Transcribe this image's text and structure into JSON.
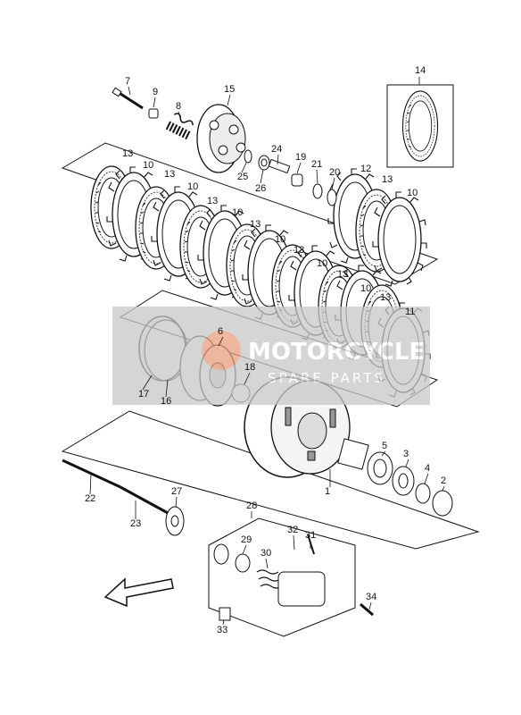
{
  "watermark": {
    "brand": "MOTORCYCLE",
    "sub": "SPARE PARTS",
    "color": "#c8c8c8",
    "accent": "#e8a080"
  },
  "callouts": {
    "p1": "1",
    "p2": "2",
    "p3": "3",
    "p4": "4",
    "p5": "5",
    "p6": "6",
    "p7": "7",
    "p8": "8",
    "p9": "9",
    "p11": "11",
    "p12": "12",
    "p14": "14",
    "p15": "15",
    "p16": "16",
    "p17": "17",
    "p18": "18",
    "p19": "19",
    "p20": "20",
    "p21": "21",
    "p22": "22",
    "p23": "23",
    "p24": "24",
    "p25": "25",
    "p26": "26",
    "p27": "27",
    "p28": "28",
    "p29": "29",
    "p30": "30",
    "p31": "31",
    "p32": "32",
    "p33": "33",
    "p34": "34",
    "p10": "10",
    "p13": "13"
  },
  "direction_arrow": "front-arrow-icon"
}
